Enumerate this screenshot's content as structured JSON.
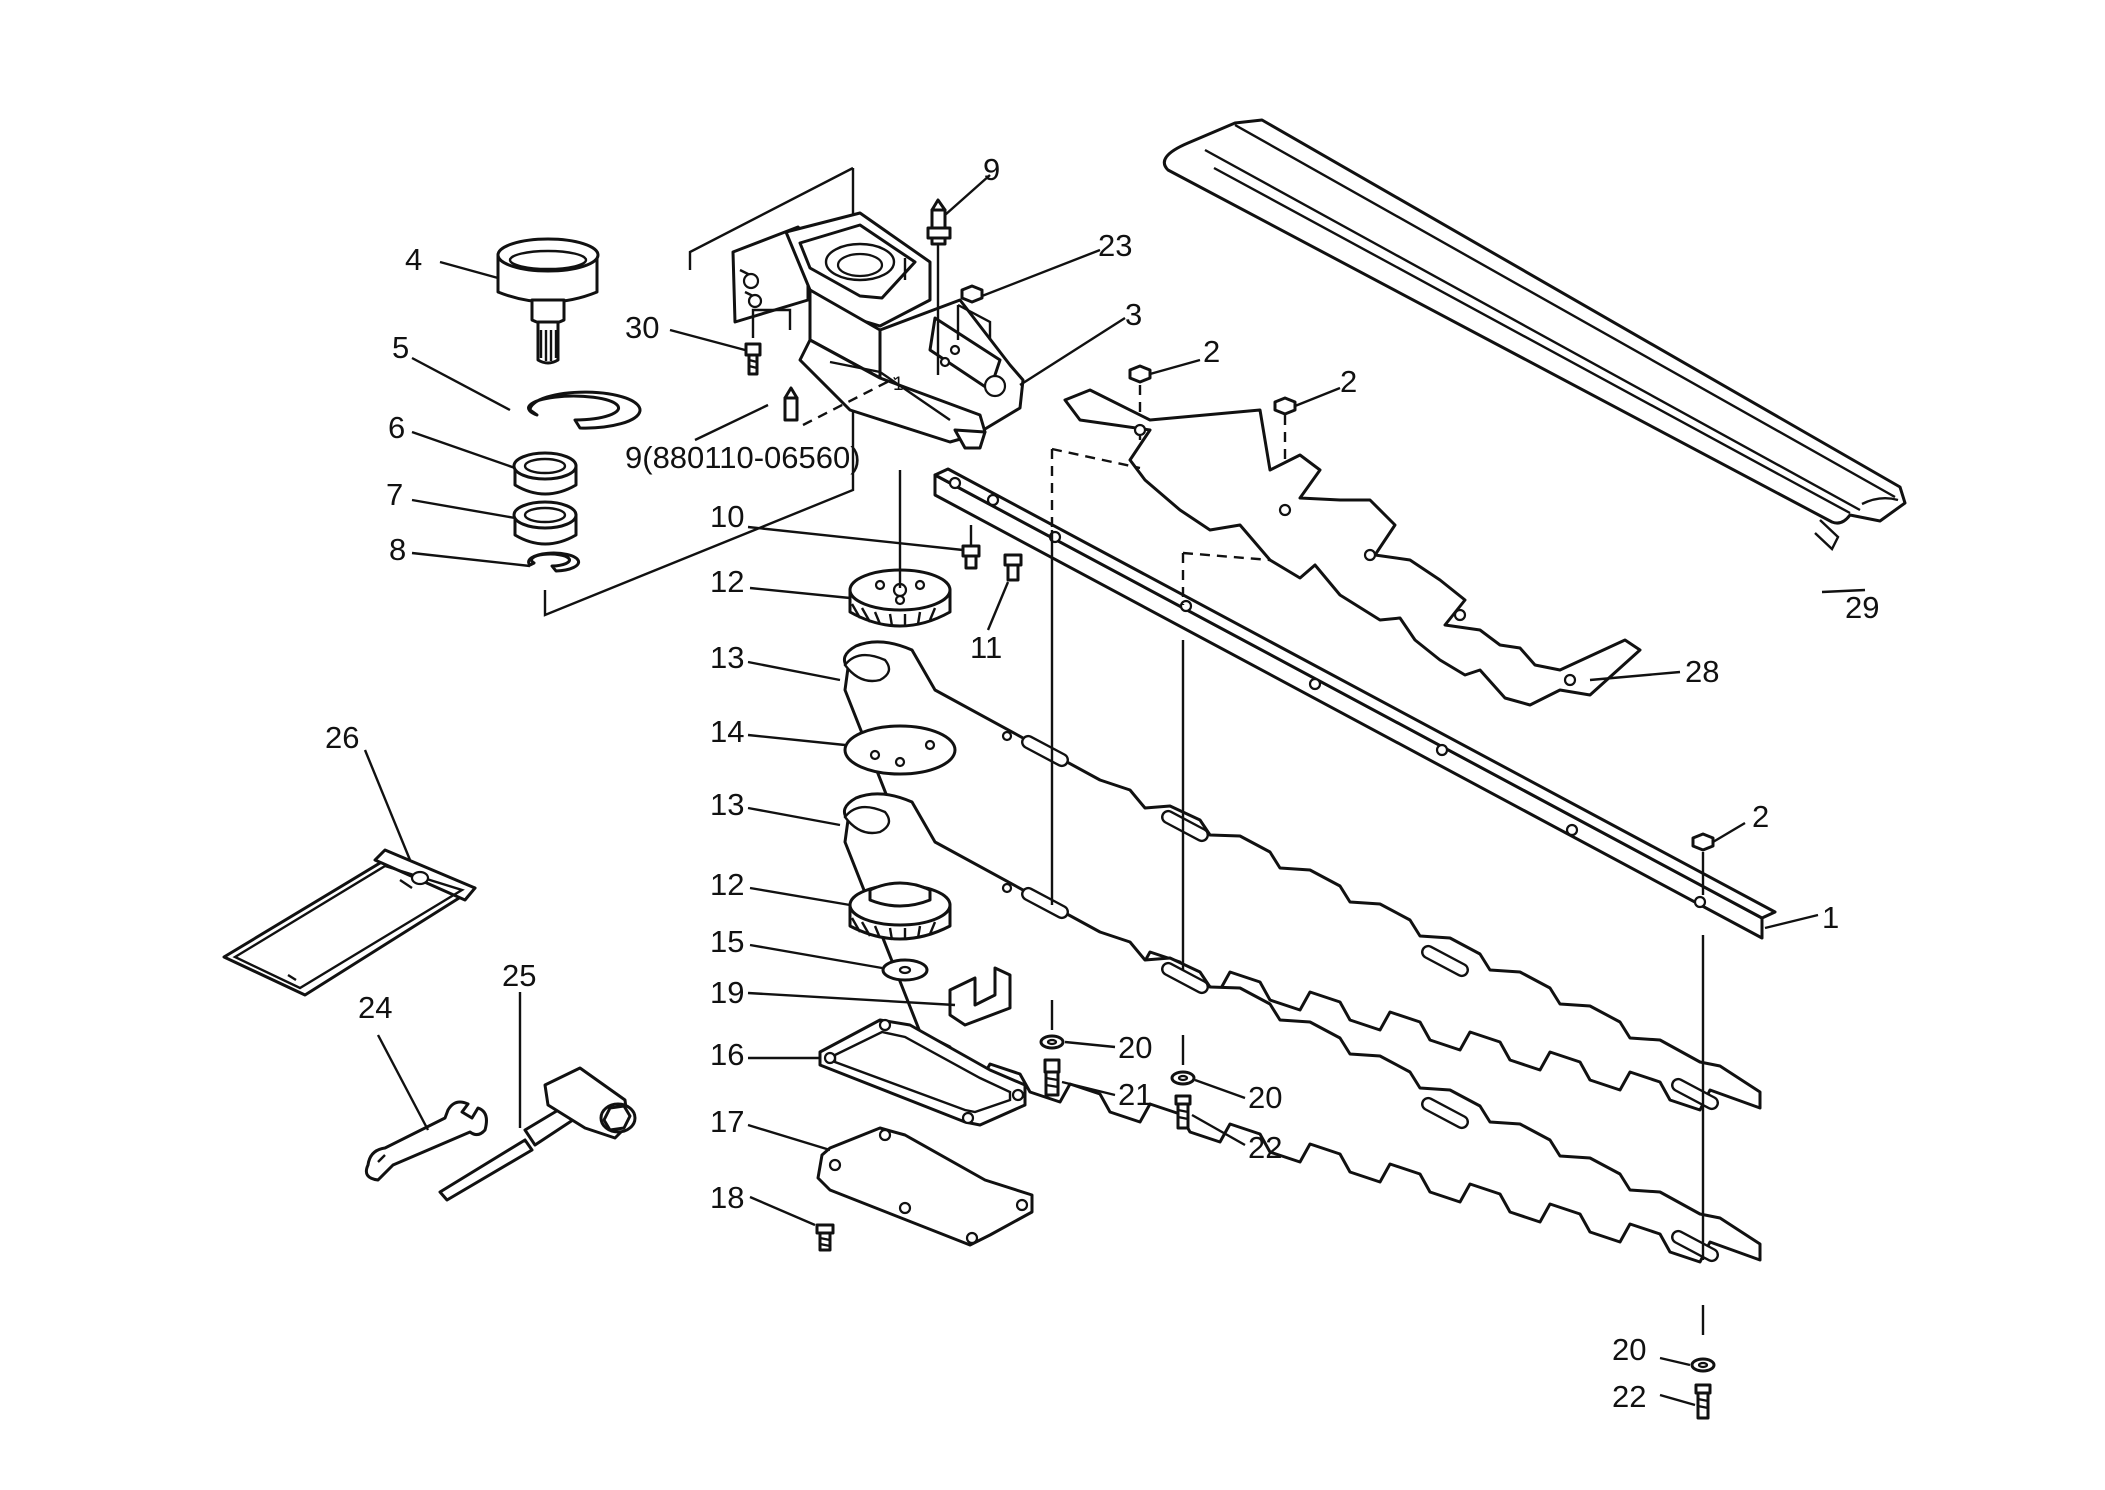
{
  "labels": {
    "p1": "1",
    "p2a": "2",
    "p2b": "2",
    "p2c": "2",
    "p3": "3",
    "p4": "4",
    "p5": "5",
    "p6": "6",
    "p7": "7",
    "p8": "8",
    "p9": "9",
    "p9alt": "9(880110-06560)",
    "p10": "10",
    "p11": "11",
    "p12a": "12",
    "p12b": "12",
    "p13a": "13",
    "p13b": "13",
    "p14": "14",
    "p15": "15",
    "p16": "16",
    "p17": "17",
    "p18": "18",
    "p19": "19",
    "p20a": "20",
    "p20b": "20",
    "p20c": "20",
    "p21": "21",
    "p22a": "22",
    "p22b": "22",
    "p23": "23",
    "p24": "24",
    "p25": "25",
    "p26": "26",
    "p28": "28",
    "p29": "29",
    "p30": "30",
    "note_mark": "1"
  }
}
